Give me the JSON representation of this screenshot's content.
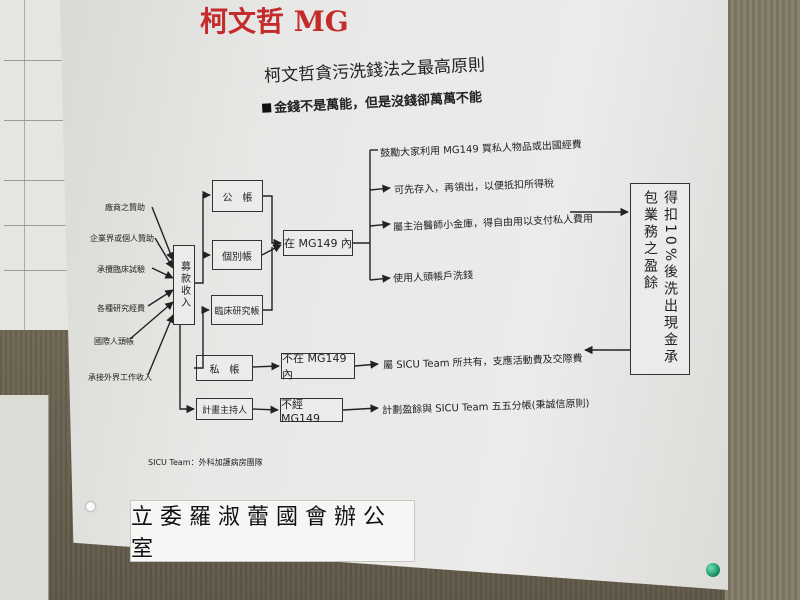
{
  "poster": {
    "title_partial": "柯文哲 MG",
    "subtitle": "柯文哲貪污洗錢法之最高原則",
    "motto": "金錢不是萬能，但是沒錢卻萬萬不能",
    "sources": [
      "廠商之贊助",
      "企業界或個人贊助",
      "承攬臨床試驗",
      "各種研究經費",
      "國際人頭帳",
      "承接外界工作收入"
    ],
    "collect": "募款收入",
    "accounts": {
      "public": "公　帳",
      "individual": "個別帳",
      "clinical": "臨床研究帳",
      "private": "私　帳",
      "plan_host": "計畫主持人"
    },
    "in_mg149": "在 MG149 內",
    "not_in_mg149": "不在 MG149 內",
    "not_via_mg149": "不經 MG149",
    "notes": [
      "鼓勵大家利用 MG149 買私人物品或出國經費",
      "可先存入，再領出，以便抵扣所得稅",
      "屬主治醫師小金庫，得自由用以支付私人費用",
      "使用人頭帳戶洗錢"
    ],
    "private_note": "屬 SICU Team 所共有，支應活動費及交際費",
    "plan_note": "計劃盈餘與 SICU Team 五五分帳(秉誠信原則)",
    "result": "得扣10%後洗出現金承包業務之盈餘",
    "footnote": "SICU Team：外科加護病房團隊"
  },
  "office_label": "立委羅淑蕾國會辦公室"
}
